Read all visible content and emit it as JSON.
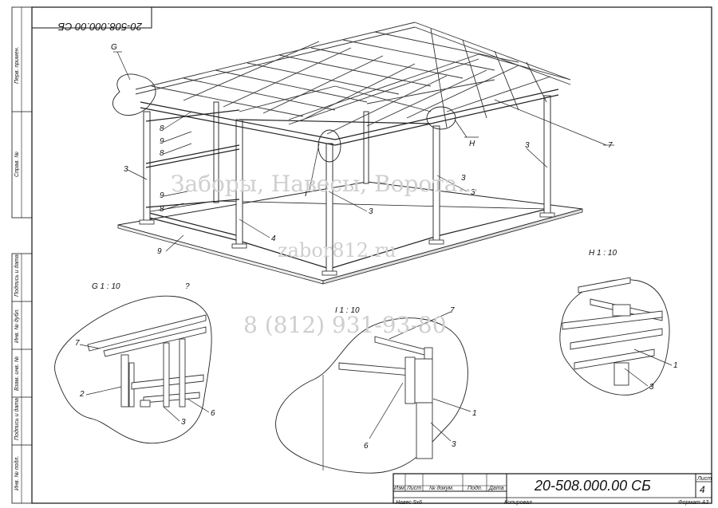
{
  "sheet": {
    "code_rotated": "20-508.000.00 СБ",
    "side_labels": [
      "Перв. примен.",
      "Справ. №",
      "Подпись и дата",
      "Инв. № дубл.",
      "Взам. инв. №",
      "Подпись и дата",
      "Инв. № подл."
    ]
  },
  "watermark": {
    "line1": "Заборы, Навесы, Ворота...",
    "line2": "zabor812.ru",
    "line3": "8 (812) 931-93-80"
  },
  "main_view": {
    "callouts": [
      "G",
      "H",
      "I",
      "3",
      "7",
      "8",
      "9",
      "8",
      "3",
      "9",
      "8",
      "3",
      "3",
      "4",
      "9",
      "3"
    ]
  },
  "detail_g": {
    "title": "G 1 : 10",
    "note": "?",
    "callouts": [
      "7",
      "2",
      "3",
      "6"
    ]
  },
  "detail_i": {
    "title": "I 1 : 10",
    "callouts": [
      "7",
      "1",
      "6",
      "3"
    ]
  },
  "detail_h": {
    "title": "H 1 : 10",
    "callouts": [
      "1",
      "3"
    ]
  },
  "title_block": {
    "izm": "Изм.",
    "list": "Лист",
    "doc": "№ докум.",
    "sign": "Подп.",
    "date": "Дата",
    "code": "20-508.000.00 СБ",
    "sheet_label": "Лист",
    "sheet_no": "4",
    "name": "Навес 5х6",
    "copied": "Копировал",
    "format": "Формат А3"
  }
}
